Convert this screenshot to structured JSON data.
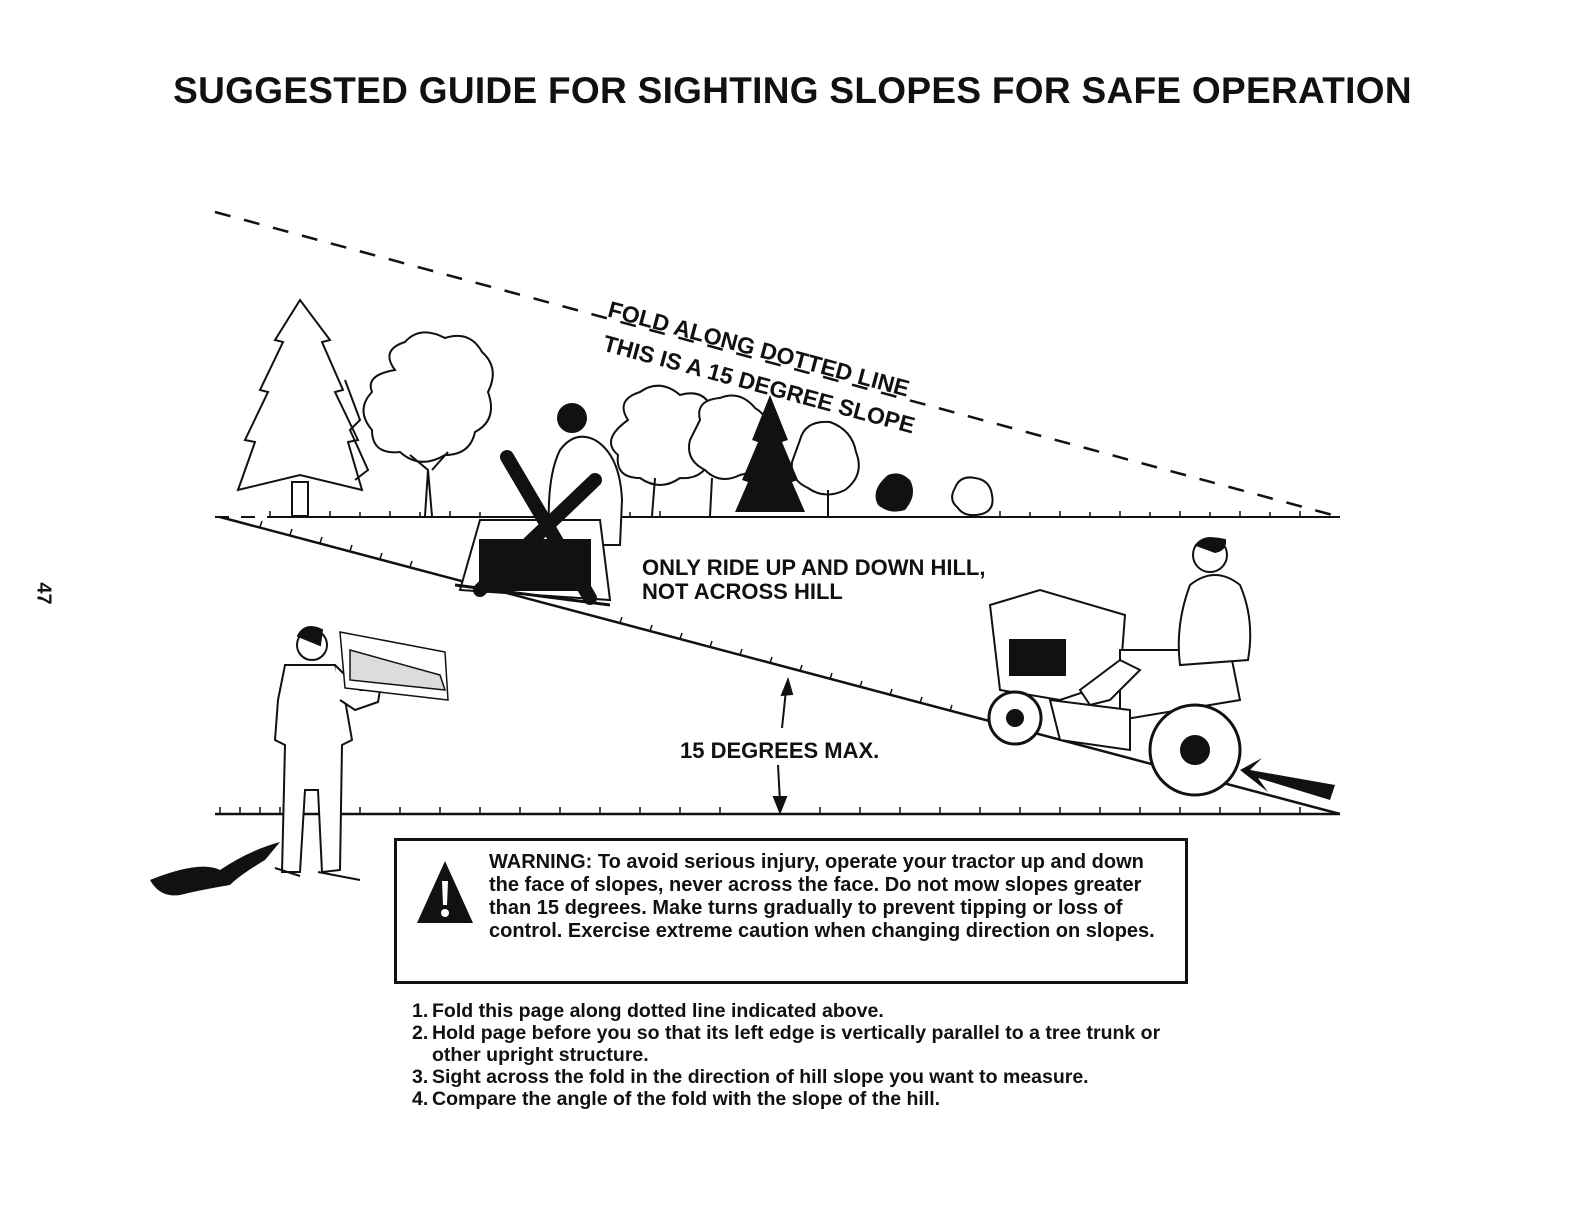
{
  "page": {
    "title": "SUGGESTED GUIDE FOR SIGHTING SLOPES FOR SAFE OPERATION",
    "page_number": "47"
  },
  "illustration": {
    "fold_label": "FOLD ALONG DOTTED LINE",
    "slope_label": "THIS IS A 15 DEGREE SLOPE",
    "ride_instruction_line1": "ONLY RIDE UP AND DOWN HILL,",
    "ride_instruction_line2": "NOT ACROSS HILL",
    "angle_label": "15 DEGREES MAX.",
    "icons": [
      "tree-icon",
      "person-holding-page-icon",
      "tractor-icon",
      "x-mark-icon",
      "arrow-icon",
      "warning-triangle-icon"
    ]
  },
  "warning": {
    "text": "WARNING: To avoid serious injury, operate your tractor up and down the face of slopes, never across the face. Do not mow slopes greater than 15 degrees. Make turns gradually to prevent tipping or loss of control. Exercise extreme caution when changing direction on slopes."
  },
  "steps": [
    {
      "num": "1.",
      "text": "Fold this page along dotted line indicated above."
    },
    {
      "num": "2.",
      "text": "Hold page before you so that its left edge is vertically parallel to a tree trunk or other upright structure."
    },
    {
      "num": "3.",
      "text": "Sight across the fold in the direction of hill slope you want to measure."
    },
    {
      "num": "4.",
      "text": "Compare the angle of the fold with the slope of the hill."
    }
  ],
  "colors": {
    "ink": "#111111",
    "paper": "#ffffff"
  }
}
